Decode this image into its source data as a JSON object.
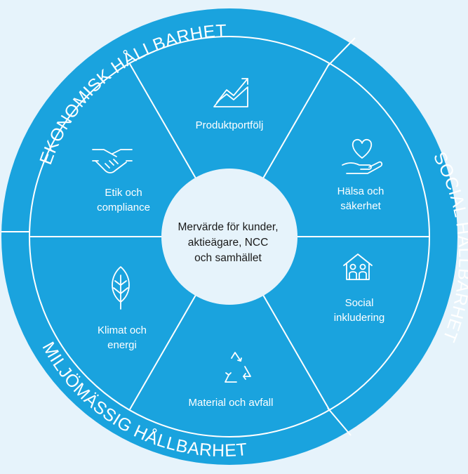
{
  "colors": {
    "background": "#E6F3FB",
    "wheel": "#1AA3DE",
    "divider": "#FFFFFF",
    "center": "#E6F3FB",
    "center_text": "#1A1A1A"
  },
  "center_text": "Mervärde för kunder,\naktieägare, NCC\noch samhället",
  "ring_labels": {
    "economic": "EKONOMISK HÅLLBARHET",
    "social": "SOCIAL HÅLLBARHET",
    "environmental": "MILJÖMÄSSIG HÅLLBARHET"
  },
  "segments": [
    {
      "label": "Produktportfölj",
      "icon": "rising-chart-icon"
    },
    {
      "label": "Hälsa och\nsäkerhet",
      "icon": "heart-hand-icon"
    },
    {
      "label": "Social\ninkludering",
      "icon": "house-people-icon"
    },
    {
      "label": "Material och avfall",
      "icon": "recycle-icon"
    },
    {
      "label": "Klimat och\nenergi",
      "icon": "leaf-icon"
    },
    {
      "label": "Etik och\ncompliance",
      "icon": "handshake-icon"
    }
  ]
}
